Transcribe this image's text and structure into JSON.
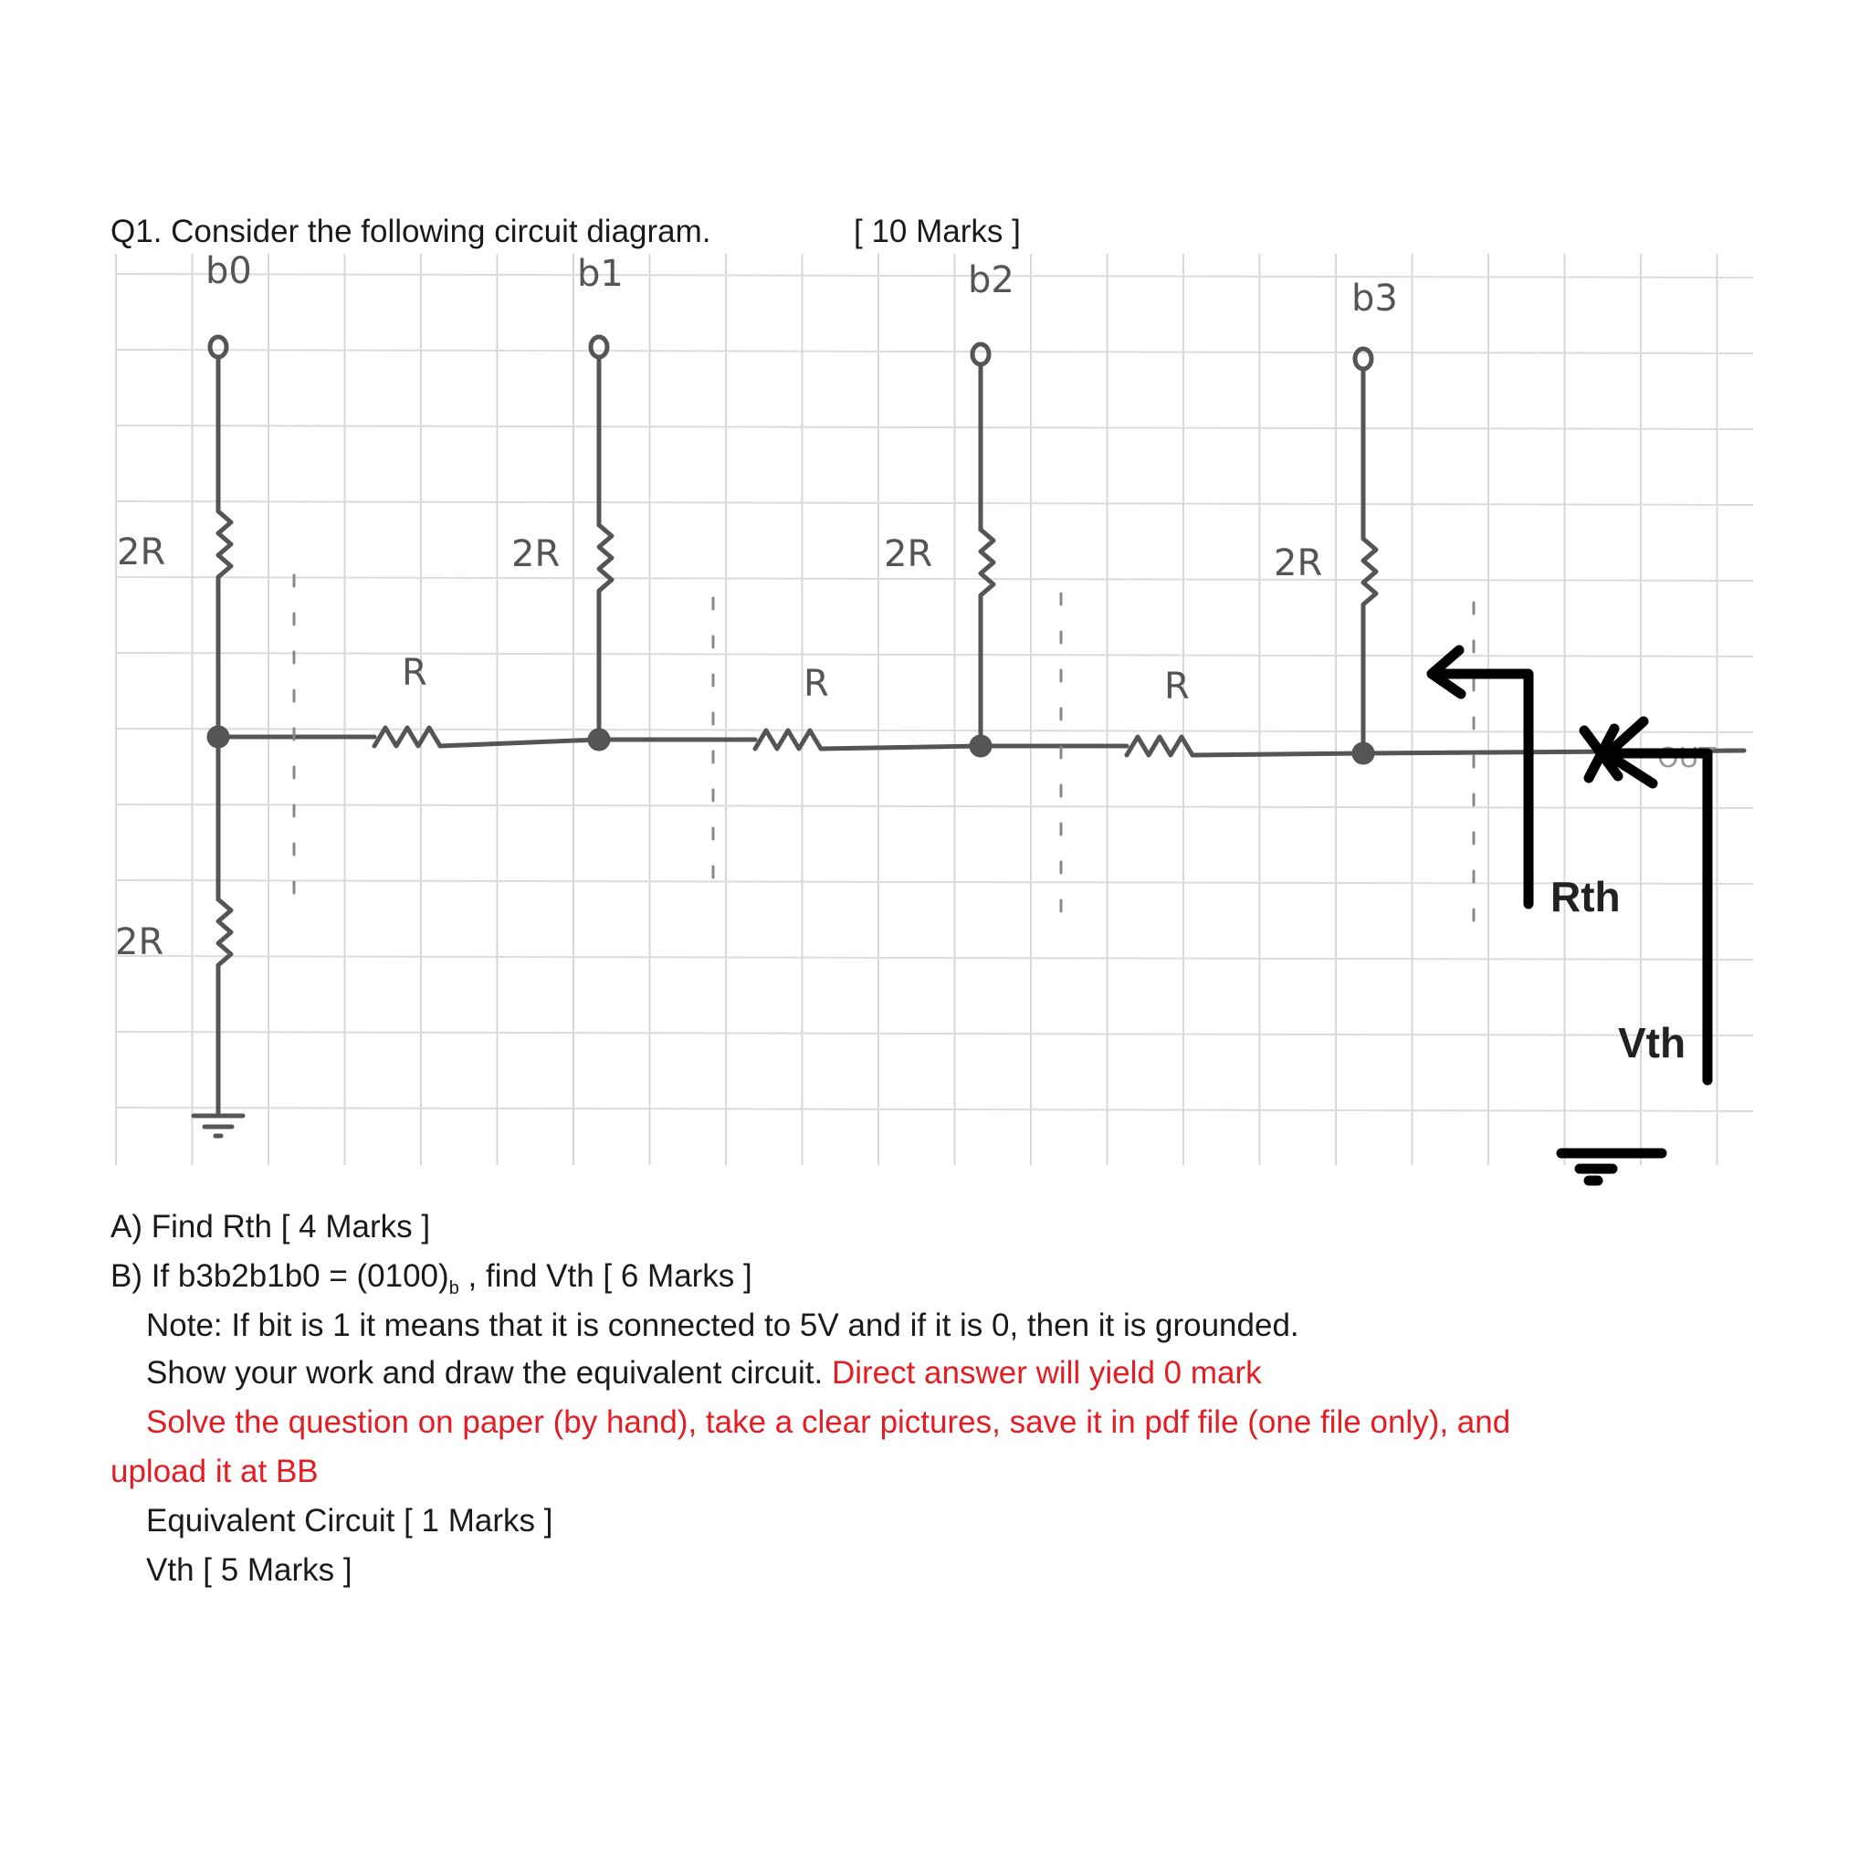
{
  "question": {
    "title": "Q1. Consider the following circuit diagram.",
    "marks": "[ 10 Marks ]"
  },
  "circuit": {
    "bit_labels": [
      "b0",
      "b1",
      "b2",
      "b3"
    ],
    "shunt_resistor_label": "2R",
    "series_resistor_label": "R",
    "ground_resistor_label": "2R",
    "rth_label": "Rth",
    "vth_label": "Vth",
    "out_label": "OUT"
  },
  "parts": {
    "a": "A) Find Rth  [ 4 Marks ]",
    "b_prefix": "B) If b3b2b1b0 = (0100)",
    "b_sub": "b",
    "b_suffix": " , find Vth [  6 Marks ]",
    "note": "Note: If bit is 1 it means that it is connected to 5V and if it is 0, then it is grounded.",
    "show": "Show your work and draw the equivalent circuit. ",
    "direct": "Direct answer will yield 0 mark",
    "solve": "Solve the question on paper (by hand), take a clear pictures, save it in  pdf file (one file only), and",
    "upload": "upload it at BB",
    "equivalent": "Equivalent Circuit [ 1 Marks ]",
    "vth": "Vth [ 5 Marks ]"
  },
  "colors": {
    "warning": "#e51d23",
    "wire": "#555555",
    "ink": "#000000"
  }
}
